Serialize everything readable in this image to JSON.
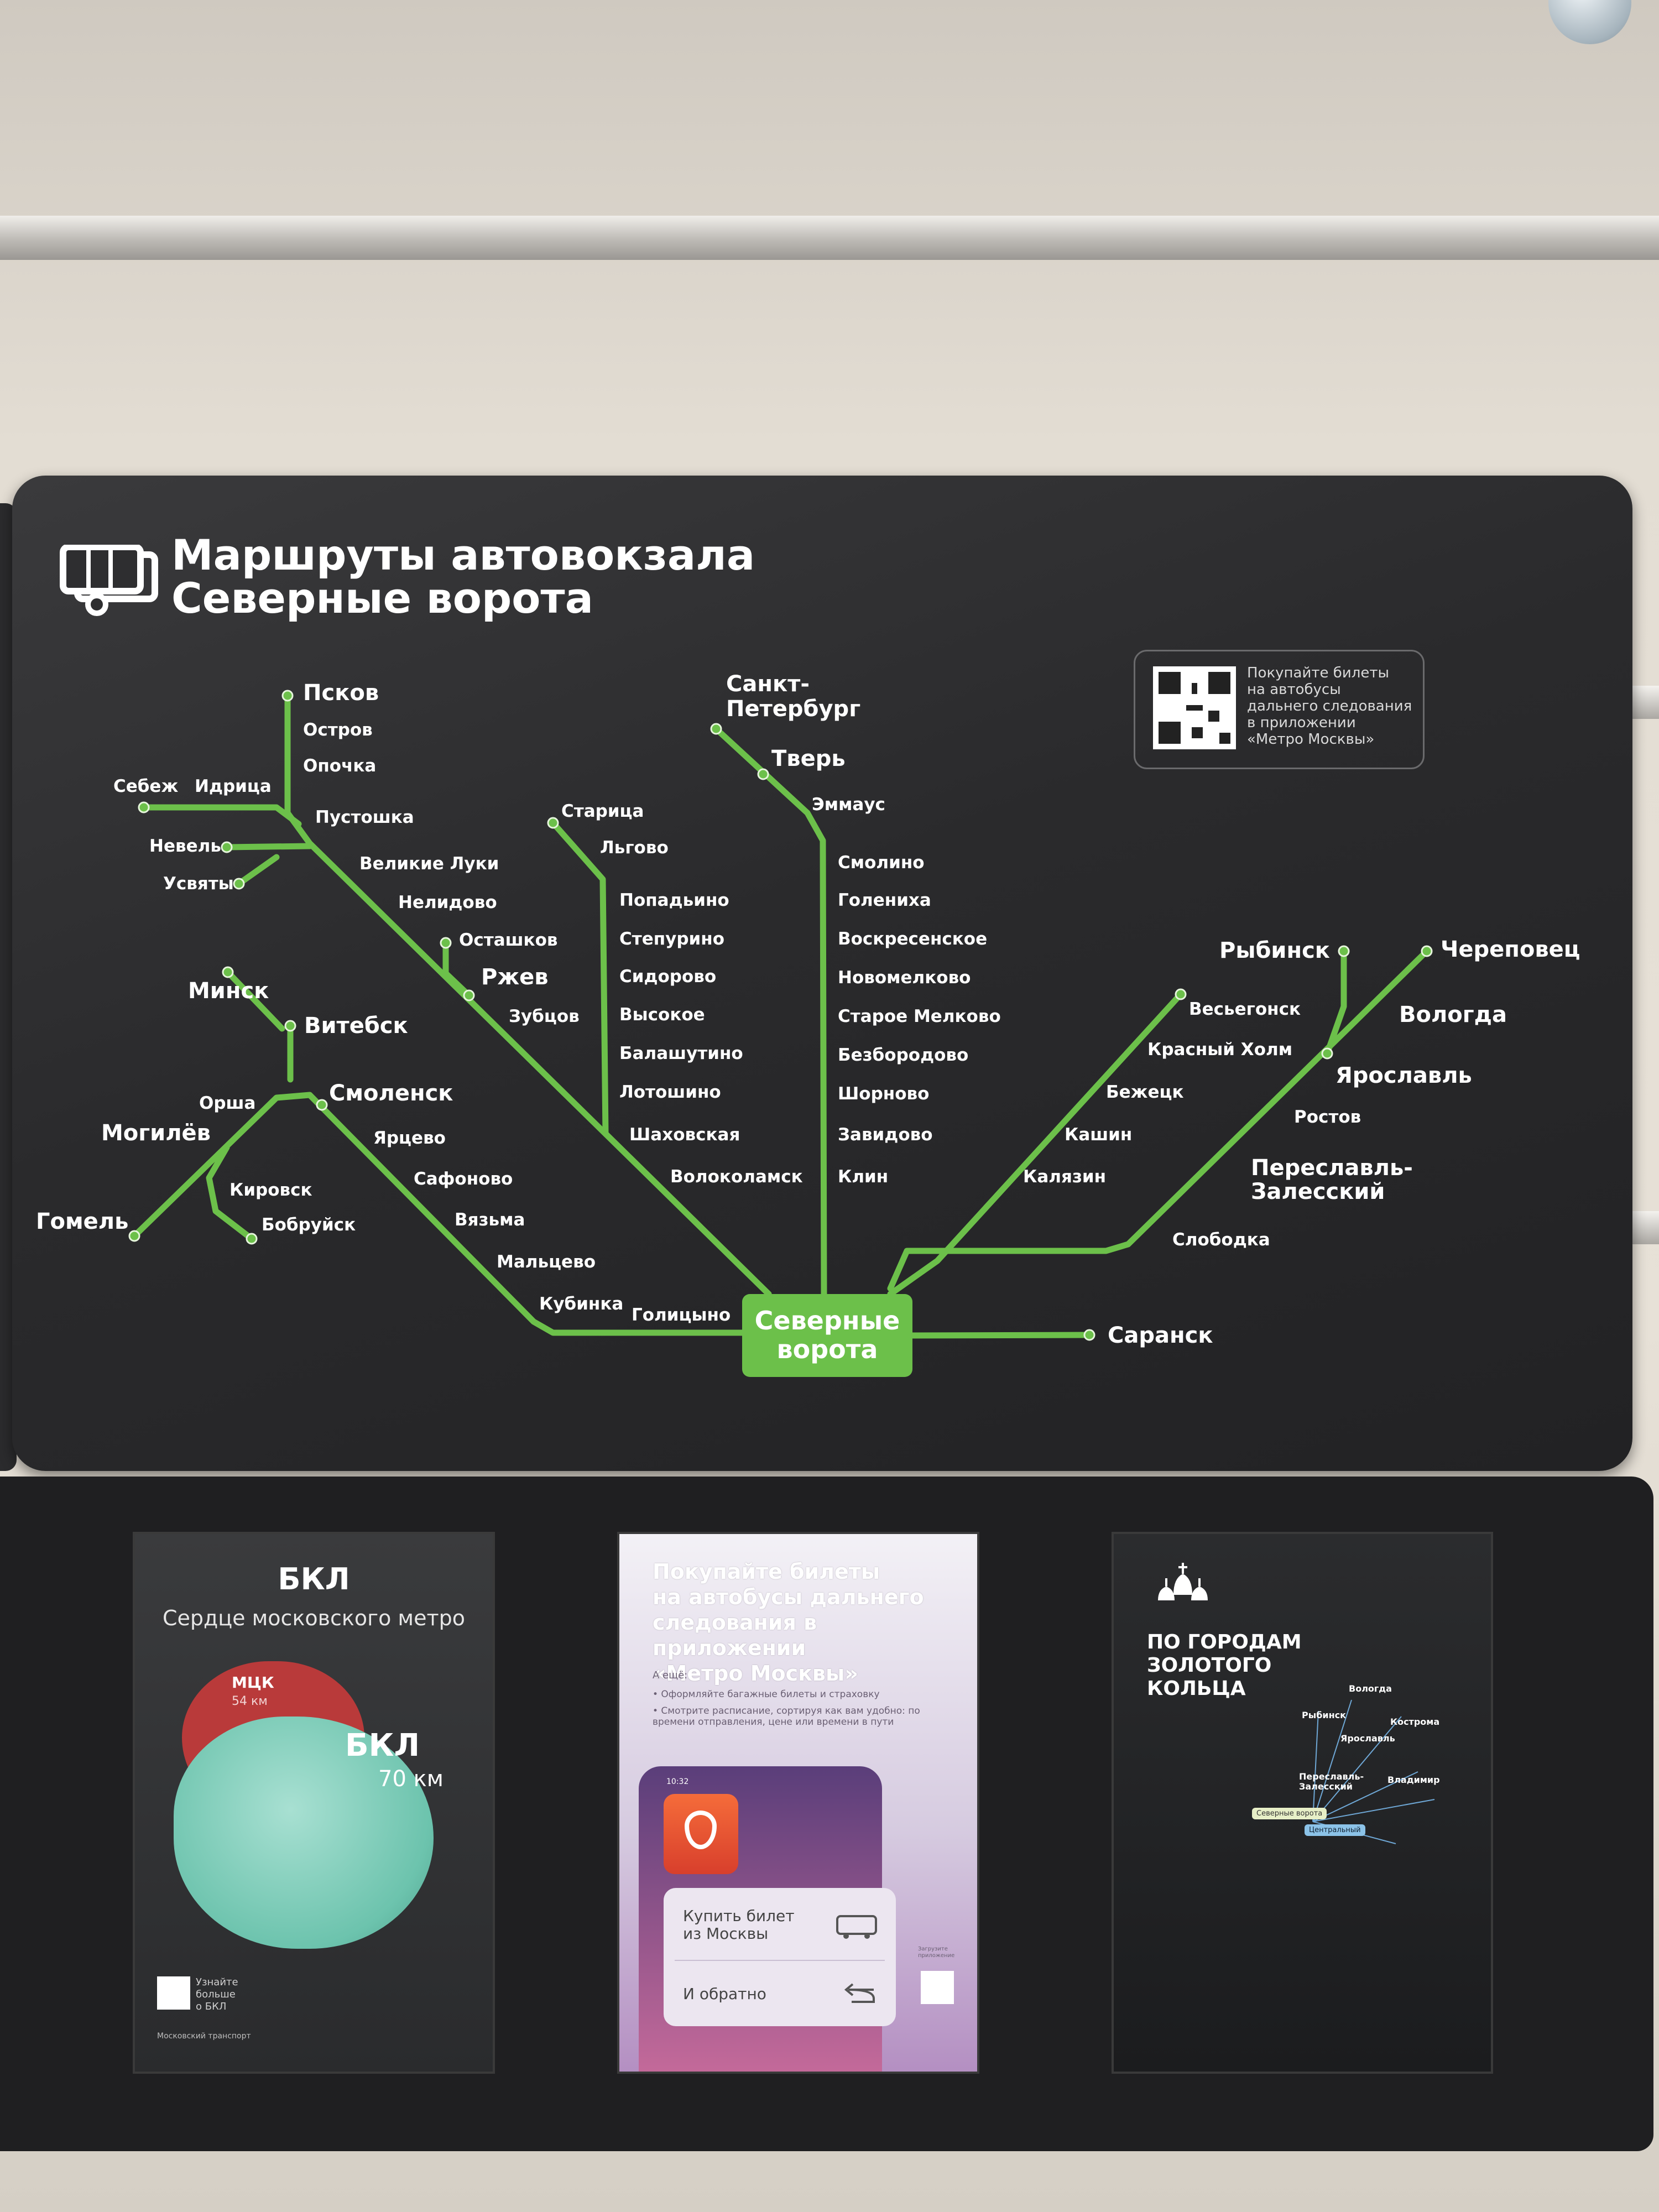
{
  "board": {
    "title_line1": "Маршруты автовокзала",
    "title_line2": "Северные ворота",
    "qr_text": "Покупайте билеты\nна автобусы\nдальнего следования\nв приложении\n«Метро Москвы»",
    "hub_line1": "Северные",
    "hub_line2": "ворота"
  },
  "stations": {
    "pskov": "Псков",
    "ostrov": "Остров",
    "opochka": "Опочка",
    "sebezh": "Себеж",
    "idritsa": "Идрица",
    "pustoshka": "Пустошка",
    "nevel": "Невель",
    "usvyaty": "Усвяты",
    "velikie_luki": "Великие Луки",
    "nelidovo": "Нелидово",
    "ostashkov": "Осташков",
    "rzhev": "Ржев",
    "zubtsov": "Зубцов",
    "minsk": "Минск",
    "vitebsk": "Витебск",
    "orsha": "Орша",
    "smolensk": "Смоленск",
    "mogilev": "Могилёв",
    "kirovsk": "Кировск",
    "bobruysk": "Бобруйск",
    "gomel": "Гомель",
    "yartsevo": "Ярцево",
    "safonovo": "Сафоново",
    "vyazma": "Вязьма",
    "maltsevo": "Мальцево",
    "kubinka": "Кубинка",
    "golitsyno": "Голицыно",
    "staritsa": "Старица",
    "lgovo": "Льгово",
    "popadyino": "Попадьино",
    "stepurino": "Степурино",
    "sidorovo": "Сидорово",
    "vysokoe": "Высокое",
    "balashutino": "Балашутино",
    "lotoshino": "Лотошино",
    "shakhovskaya": "Шаховская",
    "volokolamsk": "Волоколамск",
    "spb": "Санкт-\nПетербург",
    "tver": "Тверь",
    "emmaus": "Эммаус",
    "smolino": "Смолино",
    "golenikha": "Голениха",
    "voskresenskoe": "Воскресенское",
    "novomelkovo": "Новомелково",
    "staroe_melkovo": "Старое Мелково",
    "bezborodovo": "Безбородово",
    "shornovo": "Шорново",
    "zavidovo": "Завидово",
    "klin": "Клин",
    "vesyegonsk": "Весьегонск",
    "krasny_kholm": "Красный Холм",
    "bezhetsk": "Бежецк",
    "kashin": "Кашин",
    "kalyazin": "Калязин",
    "rybinsk": "Рыбинск",
    "cherepovets": "Череповец",
    "vologda": "Вологда",
    "yaroslavl": "Ярославль",
    "rostov": "Ростов",
    "pereslavl": "Переславль-\nЗалесский",
    "slobodka": "Слободка",
    "saransk": "Саранск"
  },
  "poster_bkl": {
    "title": "БКЛ",
    "subtitle": "Сердце московского метро",
    "mck": "МЦК",
    "mck_km": "54 км",
    "bkl": "БКЛ",
    "bkl_km": "70 км",
    "learn": "Узнайте\nбольше\nо БКЛ",
    "footer": "Московский транспорт"
  },
  "poster_app": {
    "title": "Покупайте билеты\nна автобусы дальнего\nследования в приложении\n«Метро Москвы»",
    "also": "А ещё:",
    "bullet1": "• Оформляйте багажные билеты и страховку",
    "bullet2": "• Смотрите расписание, сортируя как вам удобно: по времени отправления, цене или времени в пути",
    "time": "10:32",
    "buy_line": "Купить билет\nиз Москвы",
    "back_line": "И обратно",
    "download": "Загрузите\nприложение"
  },
  "poster_ring": {
    "title": "ПО ГОРОДАМ\nЗОЛОТОГО\nКОЛЬЦА",
    "map_labels": {
      "vologda": "Вологда",
      "rybinsk": "Рыбинск",
      "kostroma": "Кострома",
      "yaroslavl": "Ярославль",
      "pereslavl": "Переславль-\nЗалесский",
      "vladimir": "Владимир",
      "severnye": "Северные ворота",
      "central": "Центральный"
    }
  },
  "colors": {
    "line": "#6cc04a",
    "board": "#2a2a2c",
    "hub": "#6cc04a"
  }
}
